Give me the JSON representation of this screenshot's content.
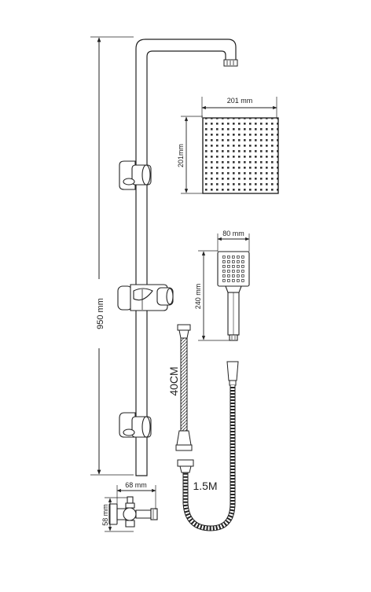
{
  "dimensions": {
    "rail_height": "950 mm",
    "head_width": "201 mm",
    "head_height": "201mm",
    "hand_width": "80 mm",
    "hand_height": "240 mm",
    "diverter_width": "68 mm",
    "diverter_height": "58 mm",
    "short_hose": "40CM",
    "long_hose": "1.5M"
  }
}
